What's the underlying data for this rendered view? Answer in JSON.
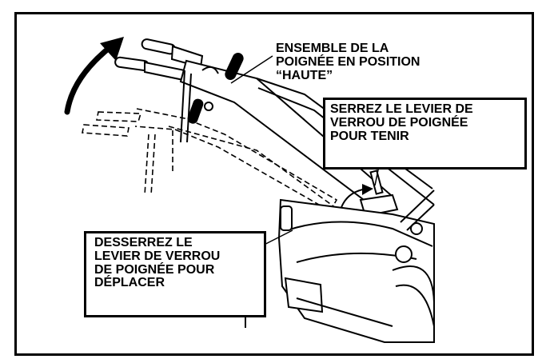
{
  "labels": {
    "handle_position": "ENSEMBLE DE LA\nPOIGNÉE EN POSITION\n“HAUTE”",
    "tighten_lever": "SERREZ LE LEVIER DE\nVERROU DE POIGNÉE\nPOUR TENIR",
    "loosen_lever": "DESSERREZ LE\nLEVIER DE VERROU\nDE POIGNÉE POUR\nDÉPLACER"
  },
  "colors": {
    "ink": "#000000",
    "paper": "#ffffff"
  },
  "icons": [
    "curved-arrow-icon",
    "rotation-arrow-icon"
  ]
}
